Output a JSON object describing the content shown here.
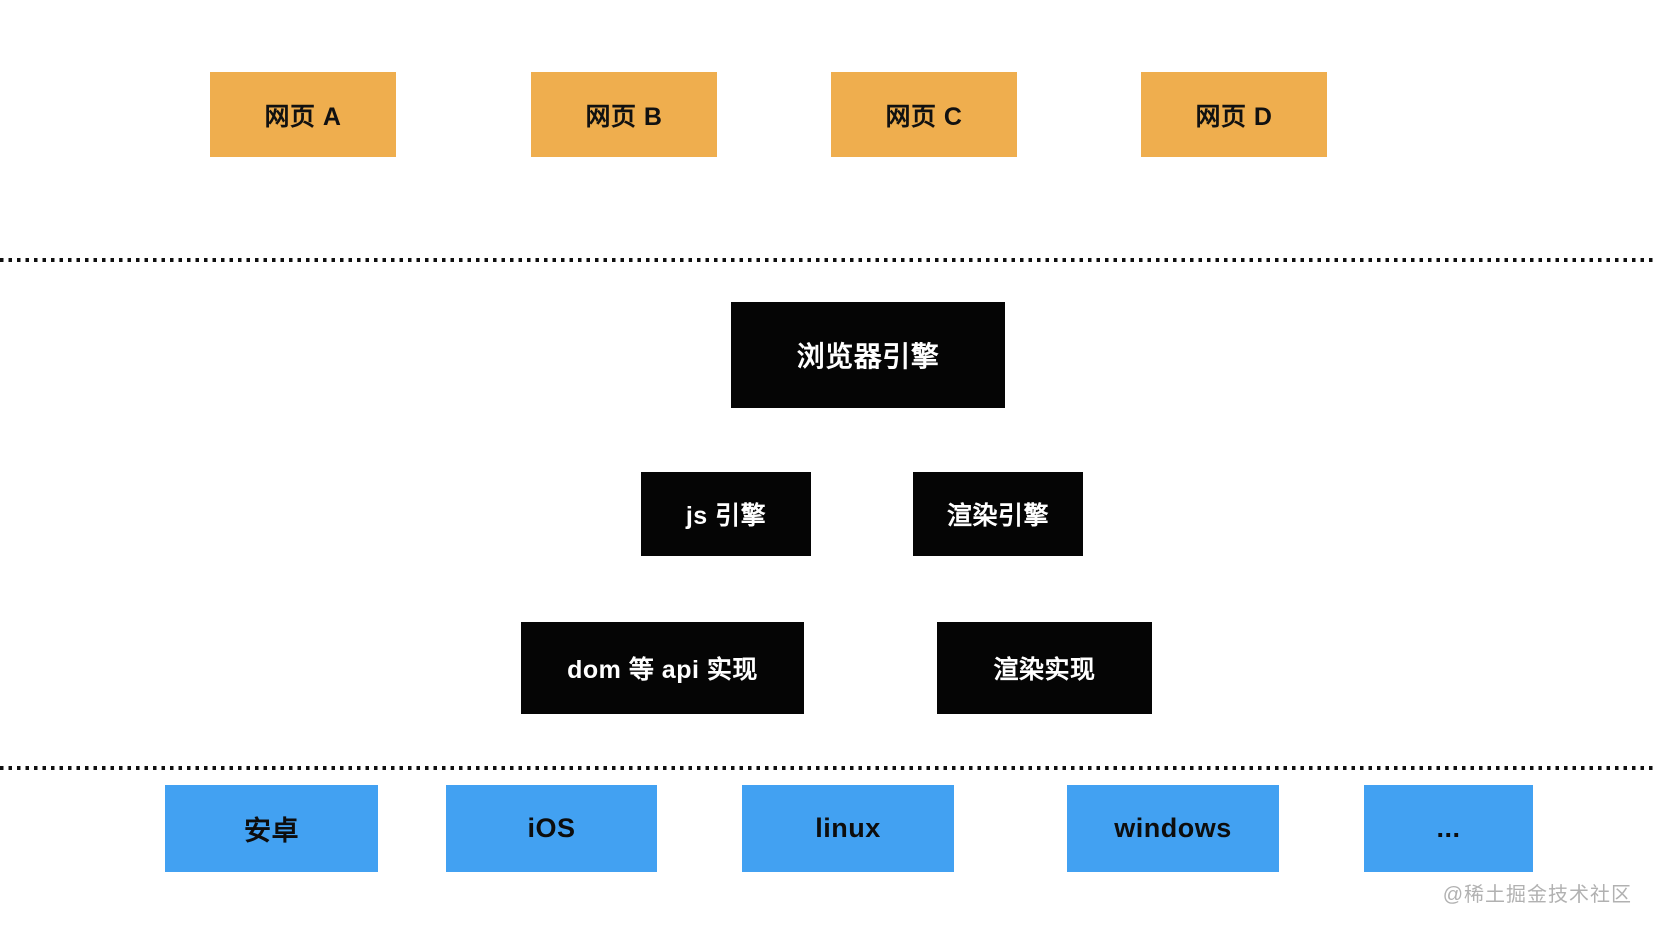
{
  "page": {
    "background_color": "#ffffff"
  },
  "diagram": {
    "web_layer": {
      "color": "#efae4e",
      "text_color": "#111111",
      "items": [
        {
          "label": "网页 A"
        },
        {
          "label": "网页 B"
        },
        {
          "label": "网页 C"
        },
        {
          "label": "网页 D"
        }
      ]
    },
    "divider": {
      "style": "dotted",
      "color": "#101010"
    },
    "engine_layer": {
      "color": "#050505",
      "text_color": "#ffffff",
      "browser_engine": "浏览器引擎",
      "js_engine": "js 引擎",
      "render_engine": "渲染引擎",
      "dom_api_impl": "dom 等 api 实现",
      "render_impl": "渲染实现"
    },
    "os_layer": {
      "color": "#42a1f2",
      "text_color": "#0d0d0d",
      "items": [
        {
          "label": "安卓"
        },
        {
          "label": "iOS"
        },
        {
          "label": "linux"
        },
        {
          "label": "windows"
        },
        {
          "label": "..."
        }
      ]
    },
    "watermark": {
      "text": "@稀土掘金技术社区",
      "color": "#b1b1b1"
    }
  }
}
